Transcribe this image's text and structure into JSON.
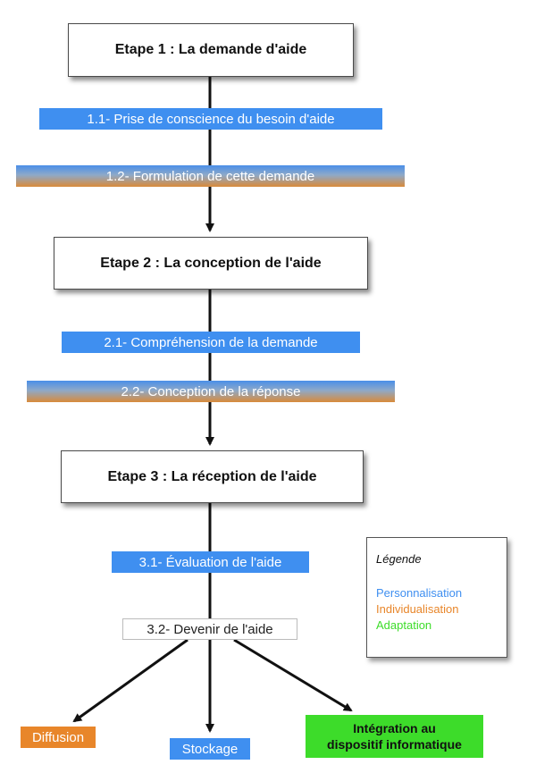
{
  "steps": [
    {
      "title": "Etape 1 : La demande d'aide"
    },
    {
      "title": "Etape 2 : La conception de l'aide"
    },
    {
      "title": "Etape 3 : La réception de l'aide"
    }
  ],
  "substeps": [
    {
      "text": "1.1- Prise de conscience du besoin d'aide"
    },
    {
      "text": "1.2- Formulation de cette demande"
    },
    {
      "text": "2.1- Compréhension de la demande"
    },
    {
      "text": "2.2- Conception de la réponse"
    },
    {
      "text": "3.1- Évaluation de l'aide"
    },
    {
      "text": "3.2- Devenir de l'aide"
    }
  ],
  "outcomes": [
    {
      "text": "Diffusion"
    },
    {
      "text": "Stockage"
    },
    {
      "line1": "Intégration au",
      "line2": "dispositif informatique"
    }
  ],
  "legend": {
    "title": "Légende",
    "items": [
      {
        "label": "Personnalisation",
        "color": "#3f8ff0"
      },
      {
        "label": "Individualisation",
        "color": "#e8862a"
      },
      {
        "label": "Adaptation",
        "color": "#3ddc2a"
      }
    ]
  },
  "colors": {
    "personnalisation": "#3f8ff0",
    "individualisation": "#e8862a",
    "adaptation": "#3ddc2a",
    "connector": "#111111"
  }
}
